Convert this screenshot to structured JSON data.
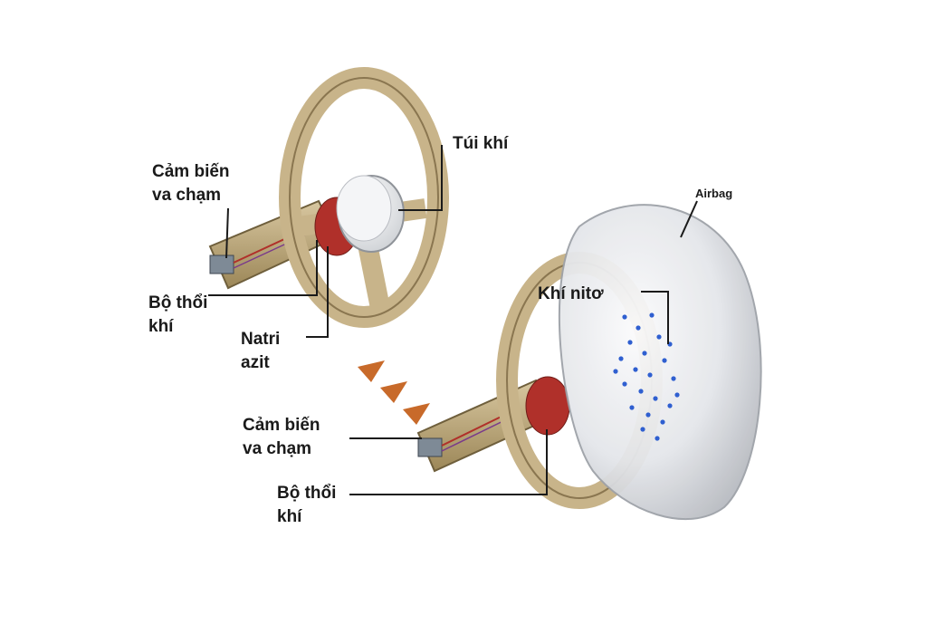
{
  "labels": {
    "sensor_top": [
      "Cảm biến",
      "va chạm"
    ],
    "inflator_top": [
      "Bộ thổi",
      "khí"
    ],
    "sodium_azide": [
      "Natri",
      "azit"
    ],
    "airbag_top": "Túi khí",
    "airbag_right": "Airbag",
    "nitrogen": "Khí nitơ",
    "sensor_bottom": [
      "Cảm biến",
      "va chạm"
    ],
    "inflator_bottom": [
      "Bộ thổi",
      "khí"
    ]
  },
  "colors": {
    "wheel": "#c8b48a",
    "wheel_dark": "#8a7650",
    "bag": "#e9ebee",
    "gas_dots": "#2f5fd0",
    "inflator": "#b0302a",
    "arrow": "#c86a2a",
    "leader": "#1a1a1a"
  }
}
